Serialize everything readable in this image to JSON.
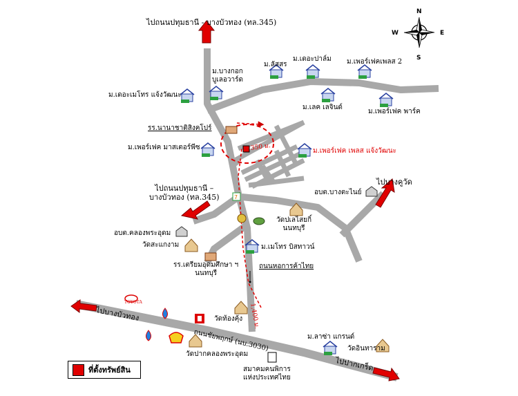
{
  "map": {
    "compass": {
      "n": "N",
      "s": "S",
      "e": "E",
      "w": "W"
    },
    "labels": {
      "to_pathum_top": "ไปถนนปทุมธานี - บางบัวทอง (ทล.345)",
      "mu_bangkok_boulevard_1": "ม.บางกอก",
      "mu_bangkok_boulevard_2": "บูเลอวาร์ด",
      "mu_lassa": "ม.ลัสสร",
      "mu_the_palm": "ม.เดอะปาล์ม",
      "mu_perfect_place_2": "ม.เพอร์เฟคเพลส 2",
      "mu_metro_chaengwattana": "ม.เดอะเมโทร แจ้งวัฒนะ",
      "mu_lake_legend": "ม.เลค เลจินด์",
      "mu_perfect_park": "ม.เพอร์เฟค พาร์ค",
      "school_nanachat": "รร.นานาชาติสิงคโปร์",
      "mu_perfect_masterpiece": "ม.เพอร์เฟค มาสเตอร์พีซ",
      "distance_350": "350 ม.",
      "mu_perfect_place_chaeng": "ม.เพอร์เฟค เพลส แจ้งวัฒนะ",
      "to_pathum_left_1": "ไปถนนปทุมธานี –",
      "to_pathum_left_2": "บางบัวทอง (ทล.345)",
      "to_bang_khu_wat": "ไปบางคูวัด",
      "obt_bang_tanai": "อบต.บางตะไนย์",
      "wat_plai_lad_1": "วัดปเลไสยกิ์",
      "wat_plai_lad_2": "นนทบุรี",
      "obt_khlong_phra_udom": "อบต.คลองพระอุดม",
      "wat_sakae_ngam": "วัดสะแกงาม",
      "mu_metro_biz_town": "ม.เมโทร บิสทาวน์",
      "school_udom_1": "รร.เตรียมอุดมศึกษา ฯ",
      "school_udom_2": "นนทบุรี",
      "road_ha_kankha_thai": "ถนนหอการค้าไทย",
      "distance_1400": "1,400 ม.",
      "to_bang_bua_thong": "ไปบางบัวทอง",
      "wat_thong_khung": "วัดท้องคุ้ง",
      "road_chaiyaphruek": "ถนนชัยพฤกษ์ (นบ.3030)",
      "mu_laksa_grand": "ม.ลาซ่า แกรนด์",
      "wat_intharam": "วัดอินทาราม",
      "wat_pak_khlong": "วัดปากคลองพระอุดม",
      "to_pak_kret": "ไปปากเกร็ด",
      "association_1": "สมาคมคนพิการ",
      "association_2": "แห่งประเทศไทย",
      "toyota": "TOYOTA"
    },
    "legend": {
      "label": "ที่ตั้งทรัพย์สิน"
    },
    "colors": {
      "road": "#a8a8a8",
      "arrow": "#e00000",
      "route": "#e00000"
    }
  }
}
